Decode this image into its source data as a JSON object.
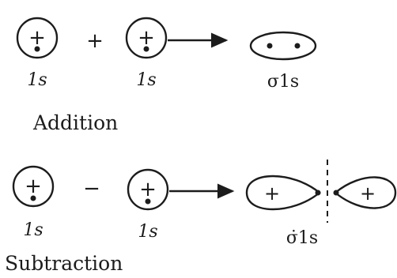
{
  "addition": {
    "orbital_a": {
      "sign": "+",
      "label": "1s"
    },
    "operator": "+",
    "orbital_b": {
      "sign": "+",
      "label": "1s"
    },
    "result_label": "σ1s",
    "caption": "Addition"
  },
  "subtraction": {
    "orbital_a": {
      "sign": "+",
      "label": "1s"
    },
    "operator": "−",
    "orbital_b": {
      "sign": "+",
      "label": "1s"
    },
    "result_lobes": [
      "+",
      "+"
    ],
    "result_label": "σ̇1s",
    "caption": "Subtraction"
  }
}
